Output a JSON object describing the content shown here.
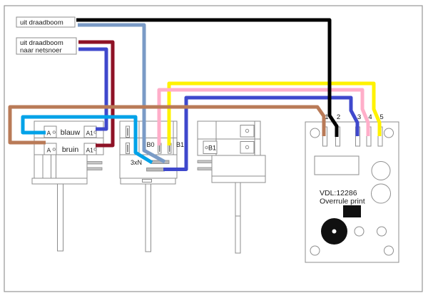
{
  "harness_labels": {
    "top": "uit draadboom",
    "bottom_line1": "uit draadboom",
    "bottom_line2": "naar netsnoer"
  },
  "relay_left": {
    "row1": {
      "left_terminal": "A",
      "wire_name": "blauw",
      "right_terminal": "A1"
    },
    "row2": {
      "left_terminal": "A",
      "wire_name": "bruin",
      "right_terminal": "A1"
    }
  },
  "relay_middle": {
    "b0_label": "B0",
    "b1_label": "B1",
    "neutral_label": "3xN"
  },
  "relay_right": {
    "b1_label": "B1"
  },
  "overrule_board": {
    "title": "VDL:12286",
    "subtitle": "Overrule print",
    "terminals": [
      "1",
      "2",
      "3",
      "4",
      "5"
    ]
  },
  "wire_colors": {
    "black": "#000000",
    "harness_neutral_blue": "#7a9bc6",
    "dark_red": "#8e1226",
    "cord_blue": "#3f48cc",
    "cyan": "#00a2e8",
    "brown": "#b97a57",
    "yellow": "#fff200",
    "pink": "#ffaec9",
    "neutral_board_blue": "#3f48cc"
  }
}
